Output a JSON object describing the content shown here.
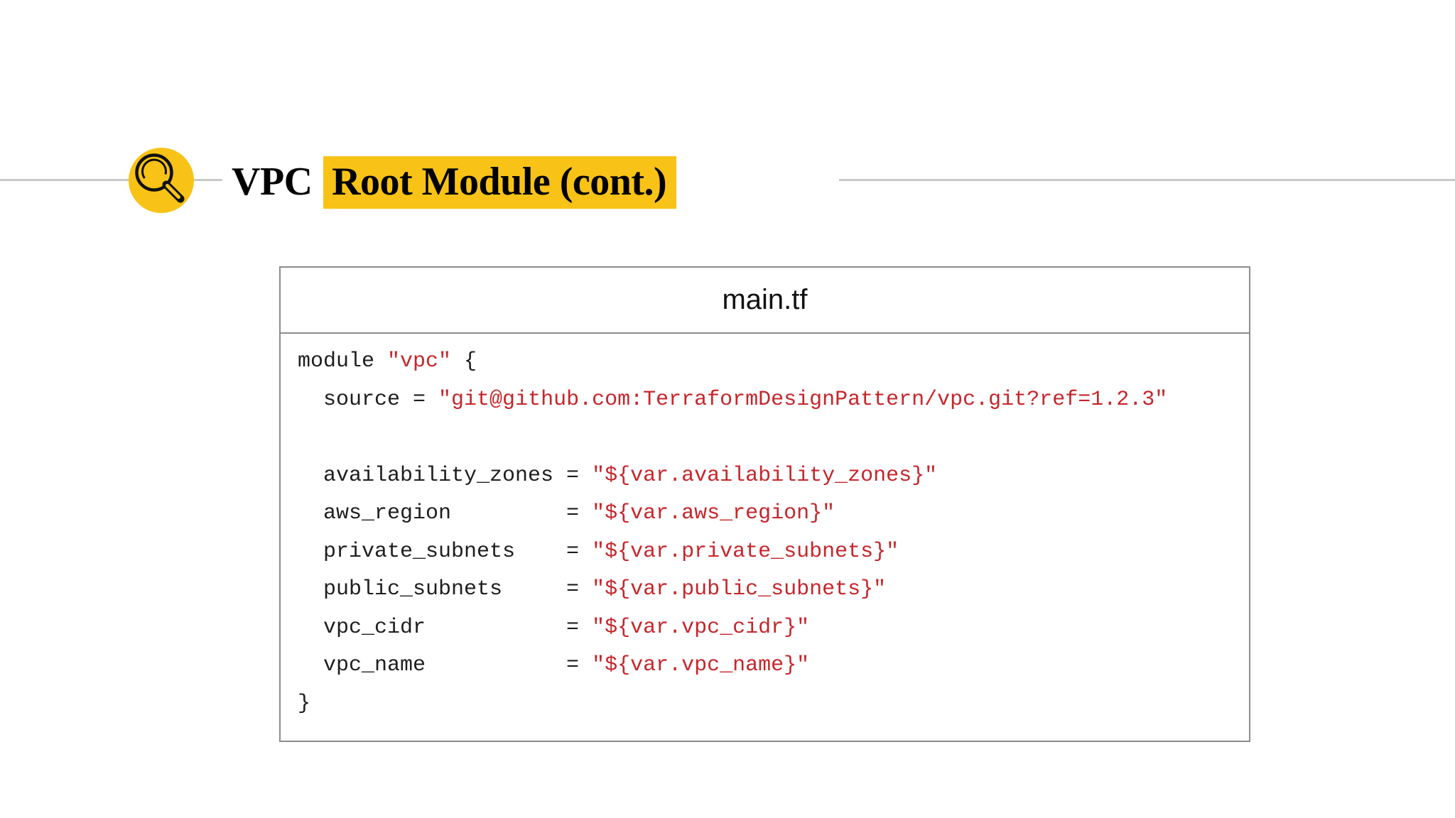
{
  "colors": {
    "highlight_yellow": "#F8C316",
    "code_string_red": "#C5262B",
    "code_ink": "#1E1E1E",
    "divider_gray": "#C9C9C9",
    "panel_border_gray": "#8C8C8C"
  },
  "title": {
    "prefix": "VPC ",
    "highlighted": "Root Module (cont.)",
    "icon": "magnifier-icon"
  },
  "code_panel": {
    "file_name": "main.tf",
    "lines": [
      [
        [
          "p",
          "module "
        ],
        [
          "s",
          "\"vpc\""
        ],
        [
          "p",
          " {"
        ]
      ],
      [
        [
          "p",
          "  source = "
        ],
        [
          "s",
          "\"git@github.com:TerraformDesignPattern/vpc.git?ref=1.2.3\""
        ]
      ],
      [],
      [
        [
          "p",
          "  availability_zones = "
        ],
        [
          "s",
          "\"${var.availability_zones}\""
        ]
      ],
      [
        [
          "p",
          "  aws_region         = "
        ],
        [
          "s",
          "\"${var.aws_region}\""
        ]
      ],
      [
        [
          "p",
          "  private_subnets    = "
        ],
        [
          "s",
          "\"${var.private_subnets}\""
        ]
      ],
      [
        [
          "p",
          "  public_subnets     = "
        ],
        [
          "s",
          "\"${var.public_subnets}\""
        ]
      ],
      [
        [
          "p",
          "  vpc_cidr           = "
        ],
        [
          "s",
          "\"${var.vpc_cidr}\""
        ]
      ],
      [
        [
          "p",
          "  vpc_name           = "
        ],
        [
          "s",
          "\"${var.vpc_name}\""
        ]
      ],
      [
        [
          "p",
          "}"
        ]
      ]
    ]
  }
}
